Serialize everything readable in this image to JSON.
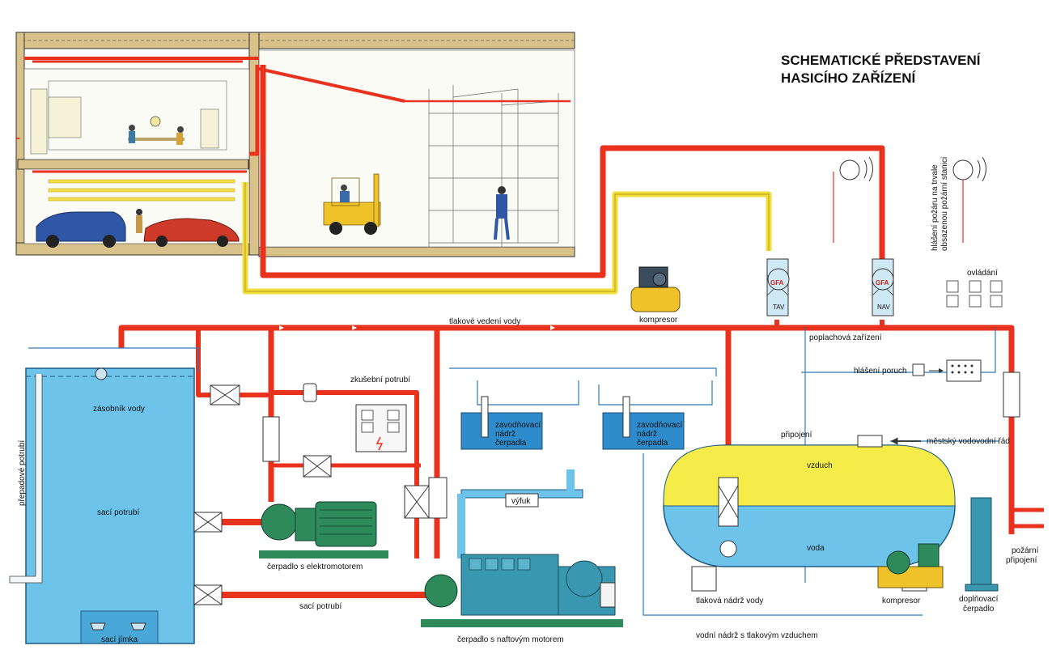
{
  "title": {
    "line1": "SCHEMATICKÉ PŘEDSTAVENÍ",
    "line2": "HASICÍHO ZAŘÍZENÍ"
  },
  "labels": {
    "pressure_line": "tlakové vedení vody",
    "alarm_devices": "poplachová zařízení",
    "test_pipe": "zkušební potrubí",
    "compressor_top": "kompresor",
    "fault_report": "hlášení poruch",
    "connection": "připojení",
    "city_water": "městský vodovodní řád",
    "controls": "ovládání",
    "fire_report_1": "hlášení požáru na trvale",
    "fire_report_2": "obsazenou požární stanici",
    "water_reservoir": "zásobník vody",
    "overflow_pipe": "přepadové potrubí",
    "suction_pipe_1": "sací potrubí",
    "suction_pipe_2": "sací potrubí",
    "suction_sump": "sací jímka",
    "pump_electric": "čerpadlo s elektromotorem",
    "pump_diesel": "čerpadlo s naftovým motorem",
    "exhaust": "výfuk",
    "priming_tank_1_l1": "zavodňovací",
    "priming_tank_1_l2": "nádrž",
    "priming_tank_1_l3": "čerpadla",
    "priming_tank_2_l1": "zavodňovací",
    "priming_tank_2_l2": "nádrž",
    "priming_tank_2_l3": "čerpadla",
    "air": "vzduch",
    "water": "voda",
    "pressure_tank": "tlaková nádrž vody",
    "compressor_bottom": "kompresor",
    "booster_pump_l1": "doplňovací",
    "booster_pump_l2": "čerpadlo",
    "fire_connection_l1": "požární",
    "fire_connection_l2": "připojení",
    "water_tank_air": "vodní nádrž s tlakovým vzduchem",
    "valve_tav": "TAV",
    "valve_nav": "NAV",
    "brand": "GFA"
  },
  "colors": {
    "pipe_red": "#e8321e",
    "pipe_yellow": "#f2dc3a",
    "water_blue": "#6ec3ea",
    "air_yellow": "#f5ec4a",
    "machine_teal": "#3a97b0",
    "building_tan": "#d9c18a"
  }
}
